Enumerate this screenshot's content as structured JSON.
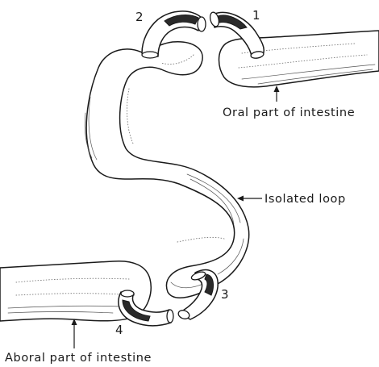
{
  "diagram": {
    "cut_numbers": [
      "1",
      "2",
      "3",
      "4"
    ],
    "labels": {
      "oral": "Oral part of intestine",
      "isolated": "Isolated loop",
      "aboral": "Aboral part of intestine"
    }
  }
}
